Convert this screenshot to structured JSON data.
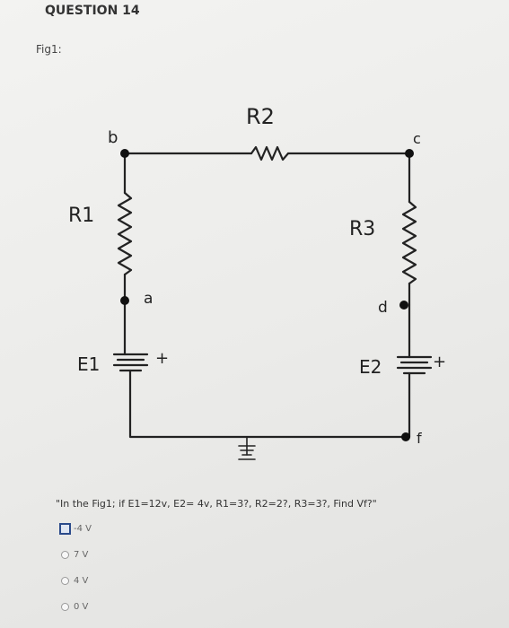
{
  "question": {
    "title": "QUESTION 14",
    "fig_label": "Fig1:",
    "text": "\"In the Fig1; if E1=12v, E2= 4v, R1=3?, R2=2?, R3=3?, Find Vf?\""
  },
  "circuit": {
    "r1": "R1",
    "r2": "R2",
    "r3": "R3",
    "e1": "E1",
    "e2": "E2",
    "node_a": "a",
    "node_b": "b",
    "node_c": "c",
    "node_d": "d",
    "node_f": "f",
    "plus": "+"
  },
  "options": [
    {
      "label": "-4 V",
      "selected": false,
      "focused": true
    },
    {
      "label": "7 V",
      "selected": false,
      "focused": false
    },
    {
      "label": "4 V",
      "selected": false,
      "focused": false
    },
    {
      "label": "0 V",
      "selected": false,
      "focused": false
    }
  ]
}
